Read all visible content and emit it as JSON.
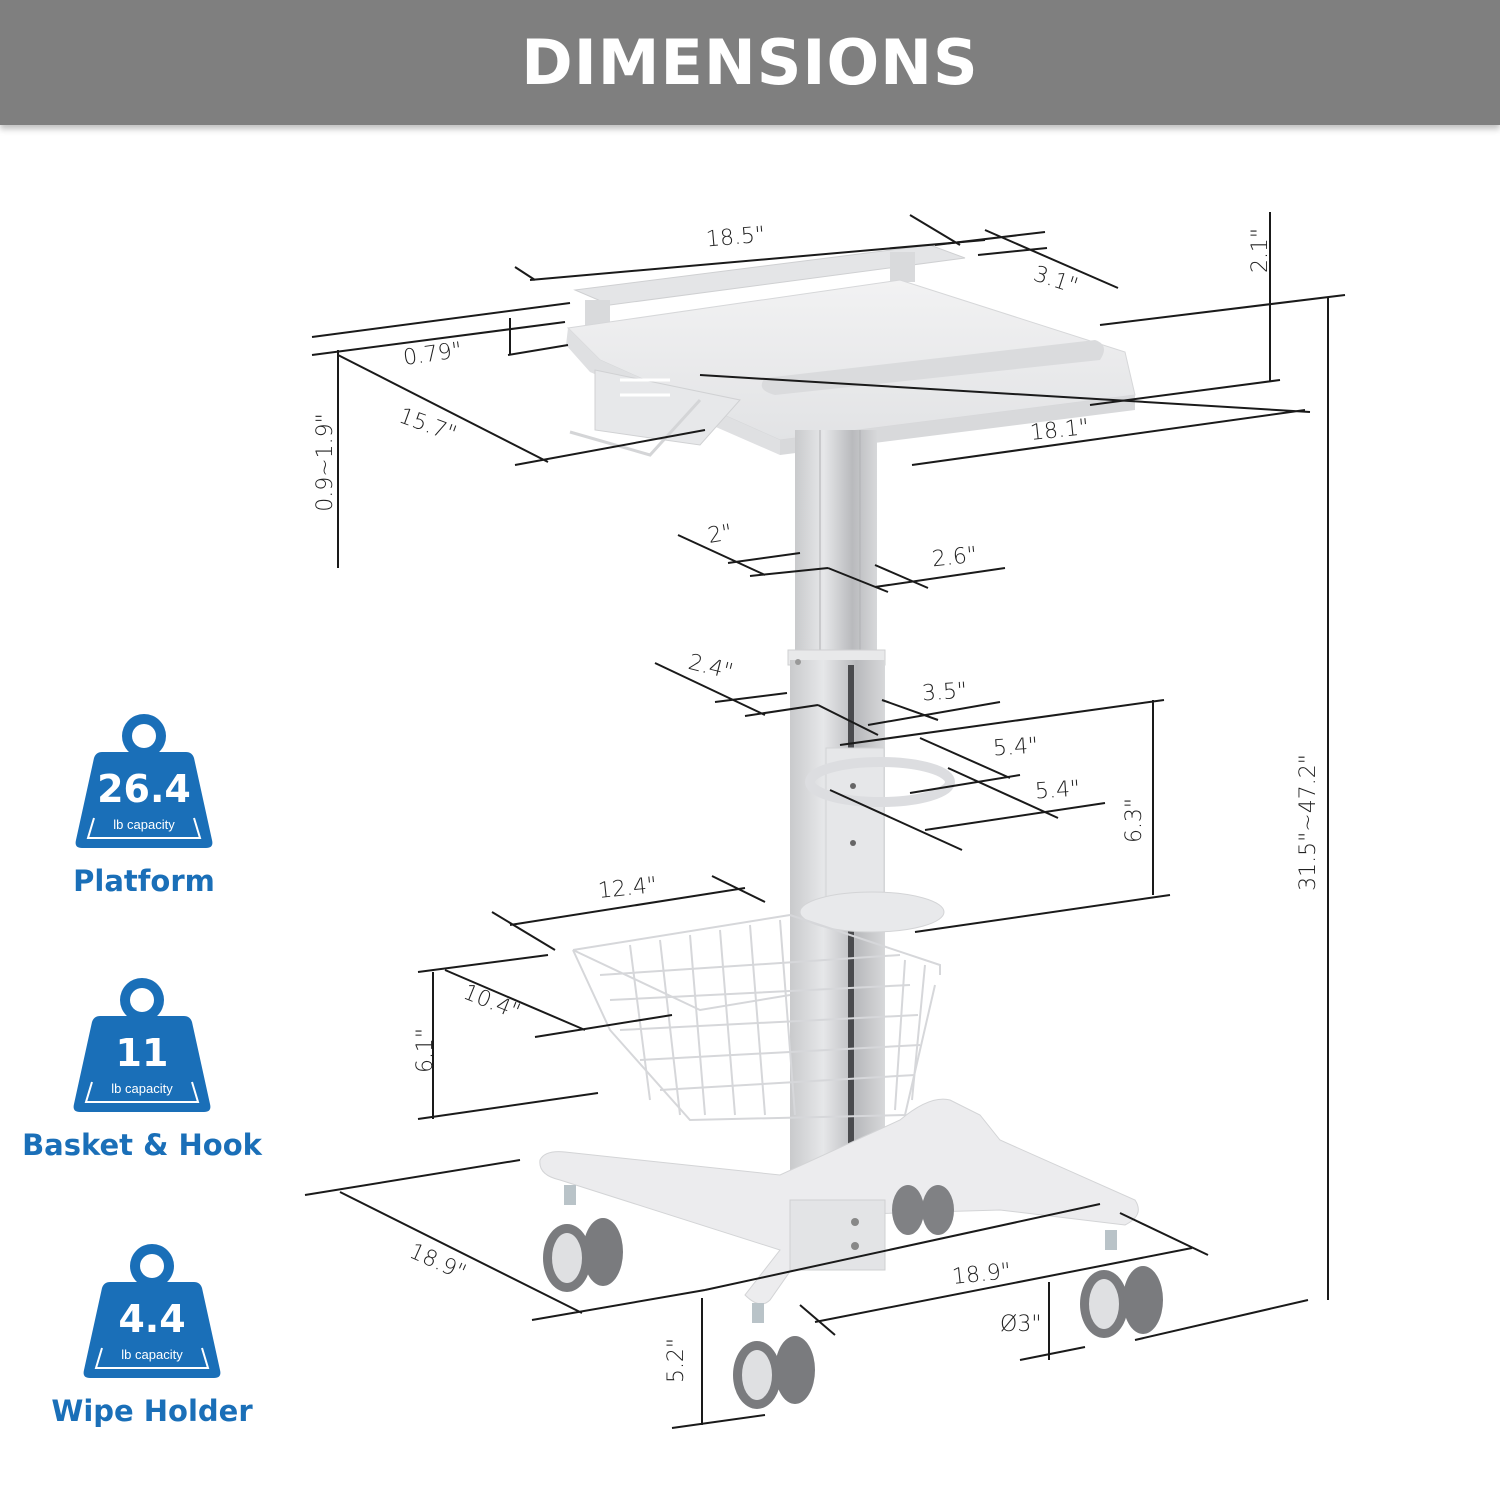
{
  "header": {
    "title": "DIMENSIONS"
  },
  "capacities": [
    {
      "value": "26.4",
      "unit": "lb capacity",
      "label": "Platform"
    },
    {
      "value": "11",
      "unit": "lb capacity",
      "label": "Basket & Hook"
    },
    {
      "value": "4.4",
      "unit": "lb capacity",
      "label": "Wipe Holder"
    }
  ],
  "colors": {
    "accent": "#1a6fb8",
    "header_bg": "#7f7f7f",
    "line": "#1a1a1a"
  },
  "dimensions": {
    "platform_width": "18.5\"",
    "rail_depth": "3.1\"",
    "rail_height": "2.1\"",
    "rail_thickness": "0.79\"",
    "platform_depth_left": "15.7\"",
    "platform_depth_front": "18.1\"",
    "tilt_range": "0.9~1.9\"",
    "upper_column_depth": "2\"",
    "upper_column_width": "2.6\"",
    "lower_column_depth": "2.4\"",
    "lower_column_width": "3.5\"",
    "wipe_holder_width": "5.4\"",
    "wipe_holder_depth": "5.4\"",
    "wipe_holder_height": "6.3\"",
    "basket_width": "12.4\"",
    "basket_depth": "10.4\"",
    "basket_height": "6.1\"",
    "overall_height": "31.5\"~47.2\"",
    "base_depth": "18.9\"",
    "base_width": "18.9\"",
    "caster_diameter": "Ø3\"",
    "caster_height": "5.2\""
  }
}
